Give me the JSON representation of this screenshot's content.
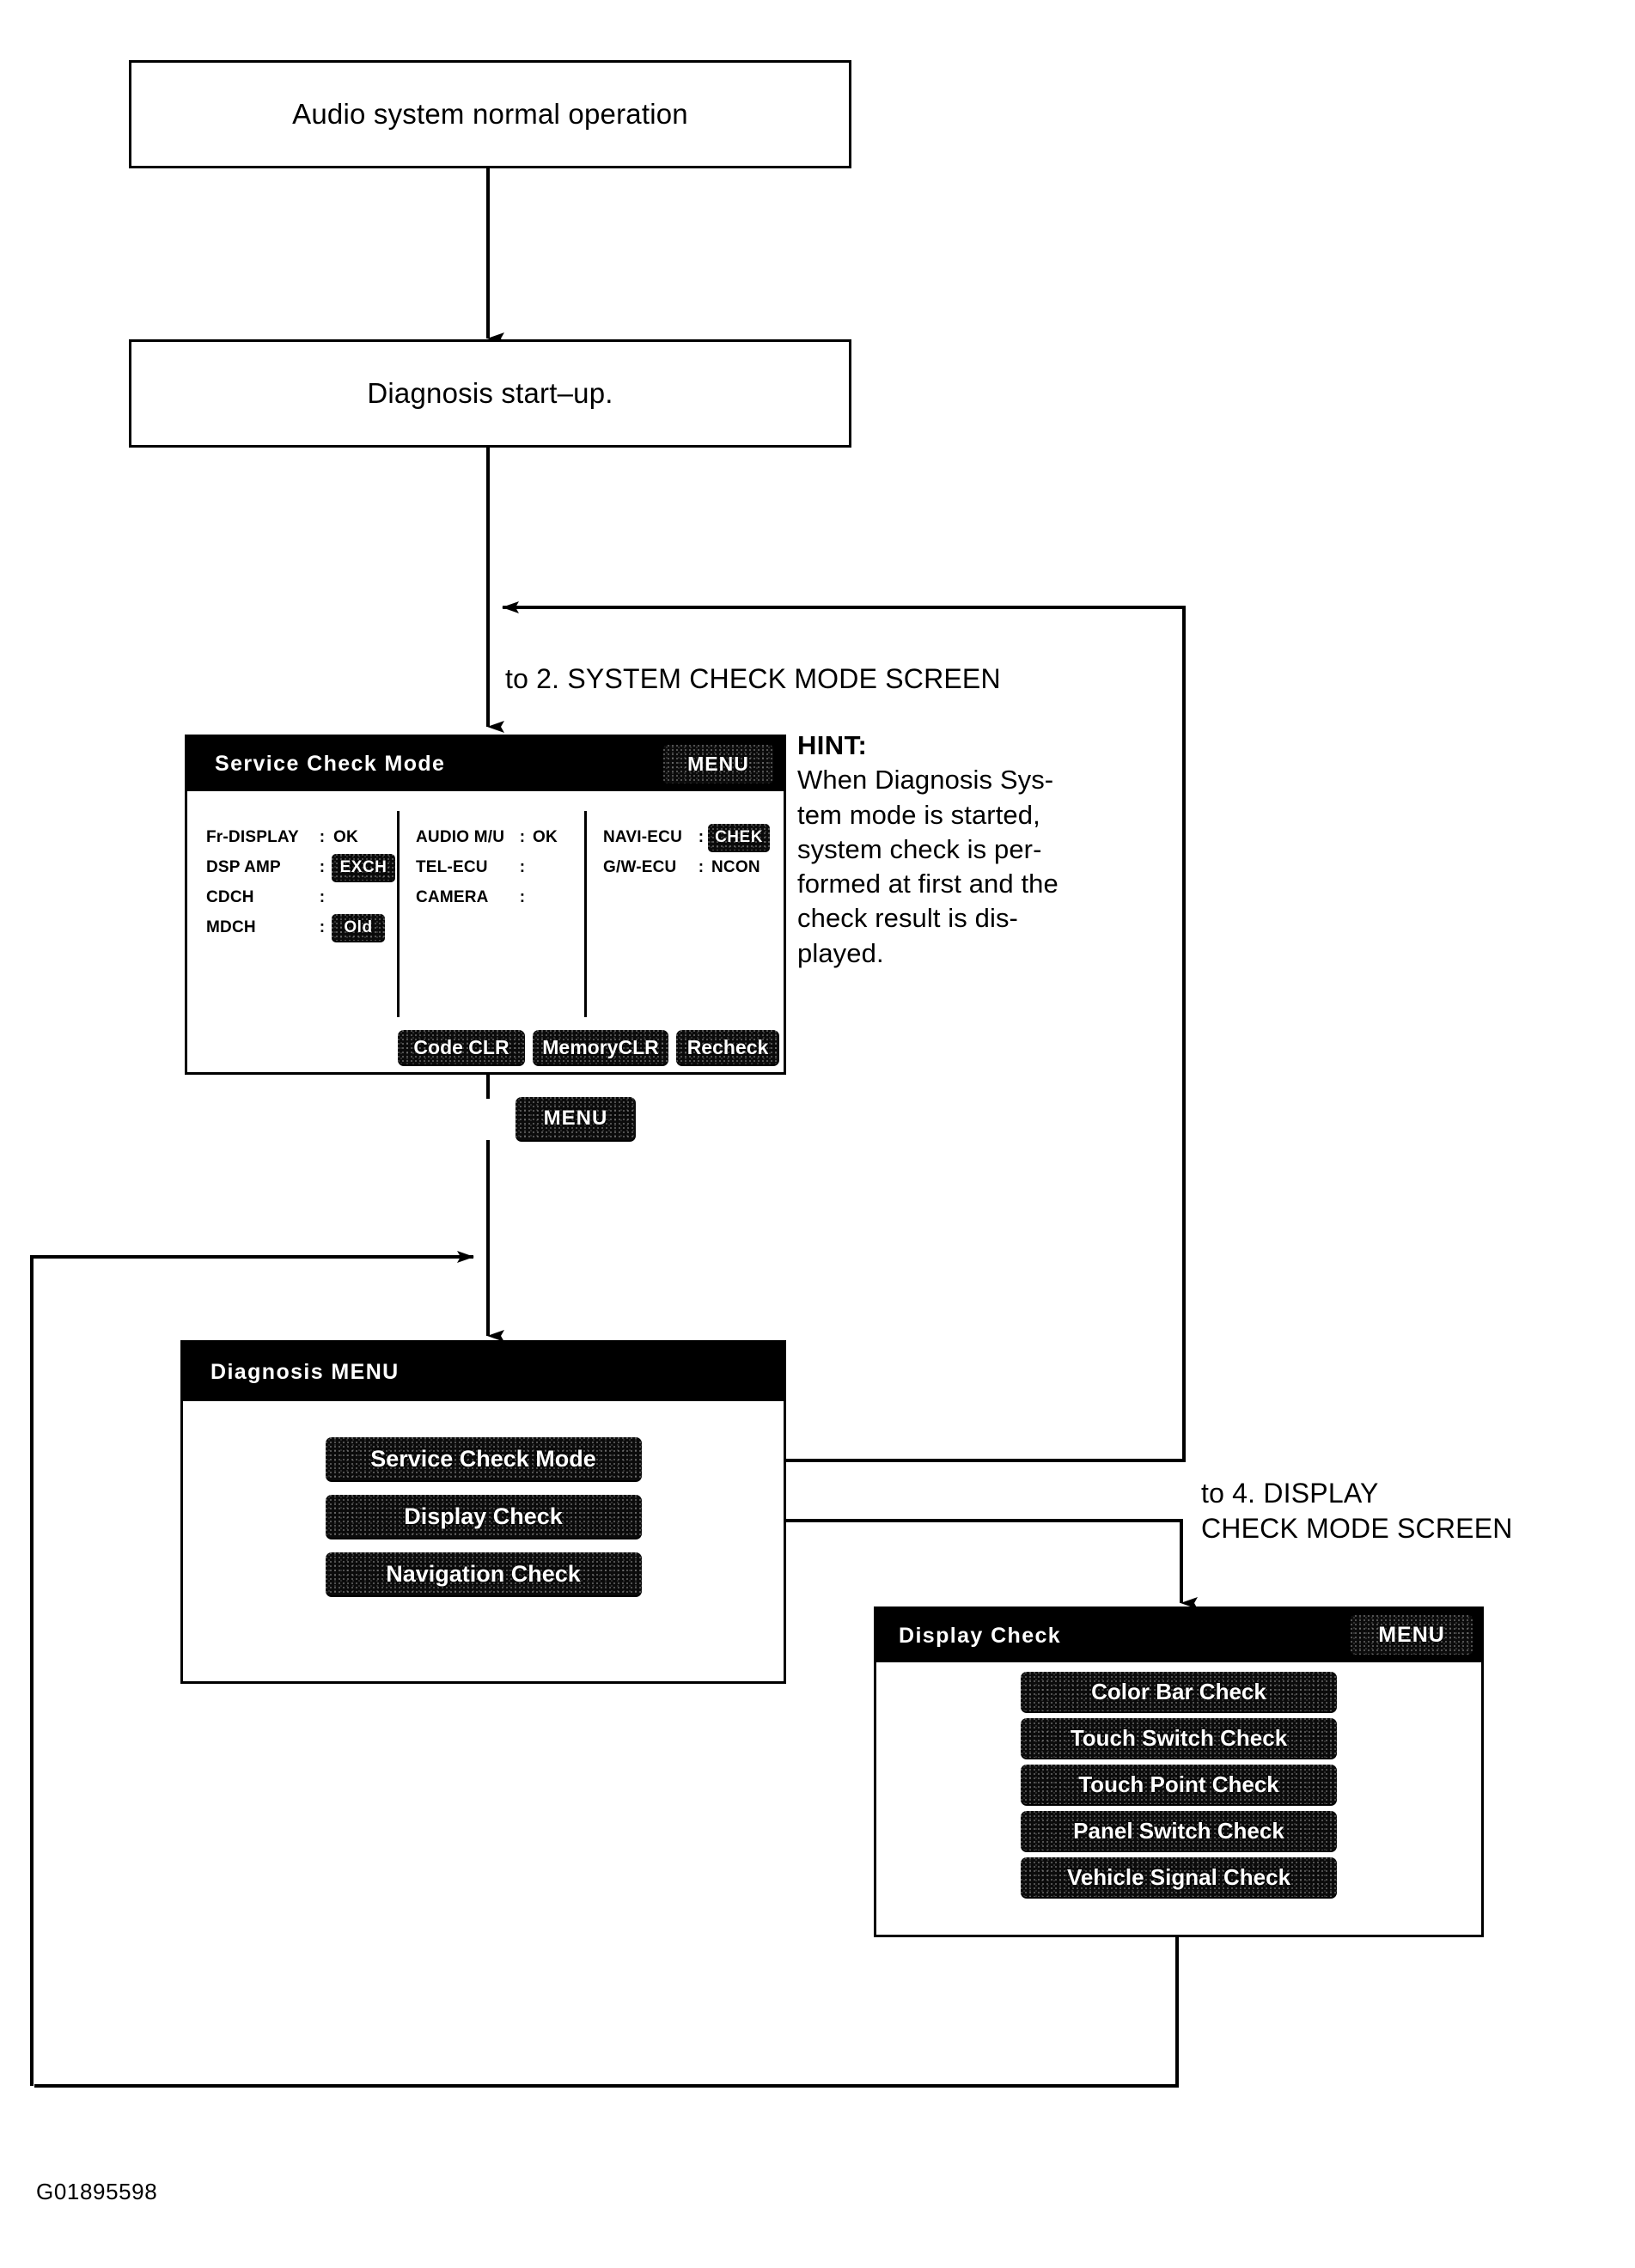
{
  "doc": {
    "reference_code": "G01895598"
  },
  "flow": {
    "box1": {
      "label": "Audio system normal operation"
    },
    "box2": {
      "label": "Diagnosis start–up."
    }
  },
  "labels": {
    "to_system_check": "to 2. SYSTEM CHECK MODE SCREEN",
    "to_display_check": "to 4. DISPLAY\nCHECK MODE SCREEN"
  },
  "hint": {
    "heading": "HINT:",
    "line1": "When Diagnosis Sys-",
    "line2": "tem mode is started,",
    "line3": "system check is per-",
    "line4": "formed at first and the",
    "line5": "check  result  is  dis-",
    "line6": "played."
  },
  "service_check_screen": {
    "title": "Service  Check  Mode",
    "menu_label": "MENU",
    "columns": [
      {
        "rows": [
          {
            "name": "Fr-DISPLAY",
            "sep": ":",
            "value": "OK",
            "highlight": false
          },
          {
            "name": "DSP AMP",
            "sep": ":",
            "value": "EXCH",
            "highlight": true
          },
          {
            "name": "CDCH",
            "sep": ":",
            "value": "",
            "highlight": false
          },
          {
            "name": "MDCH",
            "sep": ":",
            "value": "Old",
            "highlight": true
          }
        ]
      },
      {
        "rows": [
          {
            "name": "AUDIO M/U",
            "sep": ":",
            "value": "OK",
            "highlight": false
          },
          {
            "name": "TEL-ECU",
            "sep": ":",
            "value": "",
            "highlight": false
          },
          {
            "name": "CAMERA",
            "sep": ":",
            "value": "",
            "highlight": false
          }
        ]
      },
      {
        "rows": [
          {
            "name": "NAVI-ECU",
            "sep": ":",
            "value": "CHEK",
            "highlight": true
          },
          {
            "name": "G/W-ECU",
            "sep": ":",
            "value": "NCON",
            "highlight": false
          }
        ]
      }
    ],
    "footer_buttons": [
      {
        "label": "Code CLR"
      },
      {
        "label": "MemoryCLR"
      },
      {
        "label": "Recheck"
      }
    ]
  },
  "menu_button": {
    "label": "MENU"
  },
  "diagnosis_menu_screen": {
    "title": "Diagnosis  MENU",
    "items": [
      {
        "label": "Service Check Mode"
      },
      {
        "label": "Display Check"
      },
      {
        "label": "Navigation Check"
      }
    ]
  },
  "display_check_screen": {
    "title": "Display Check",
    "menu_label": "MENU",
    "items": [
      {
        "label": "Color Bar Check"
      },
      {
        "label": "Touch Switch Check"
      },
      {
        "label": "Touch Point Check"
      },
      {
        "label": "Panel Switch Check"
      },
      {
        "label": "Vehicle Signal Check"
      }
    ]
  }
}
